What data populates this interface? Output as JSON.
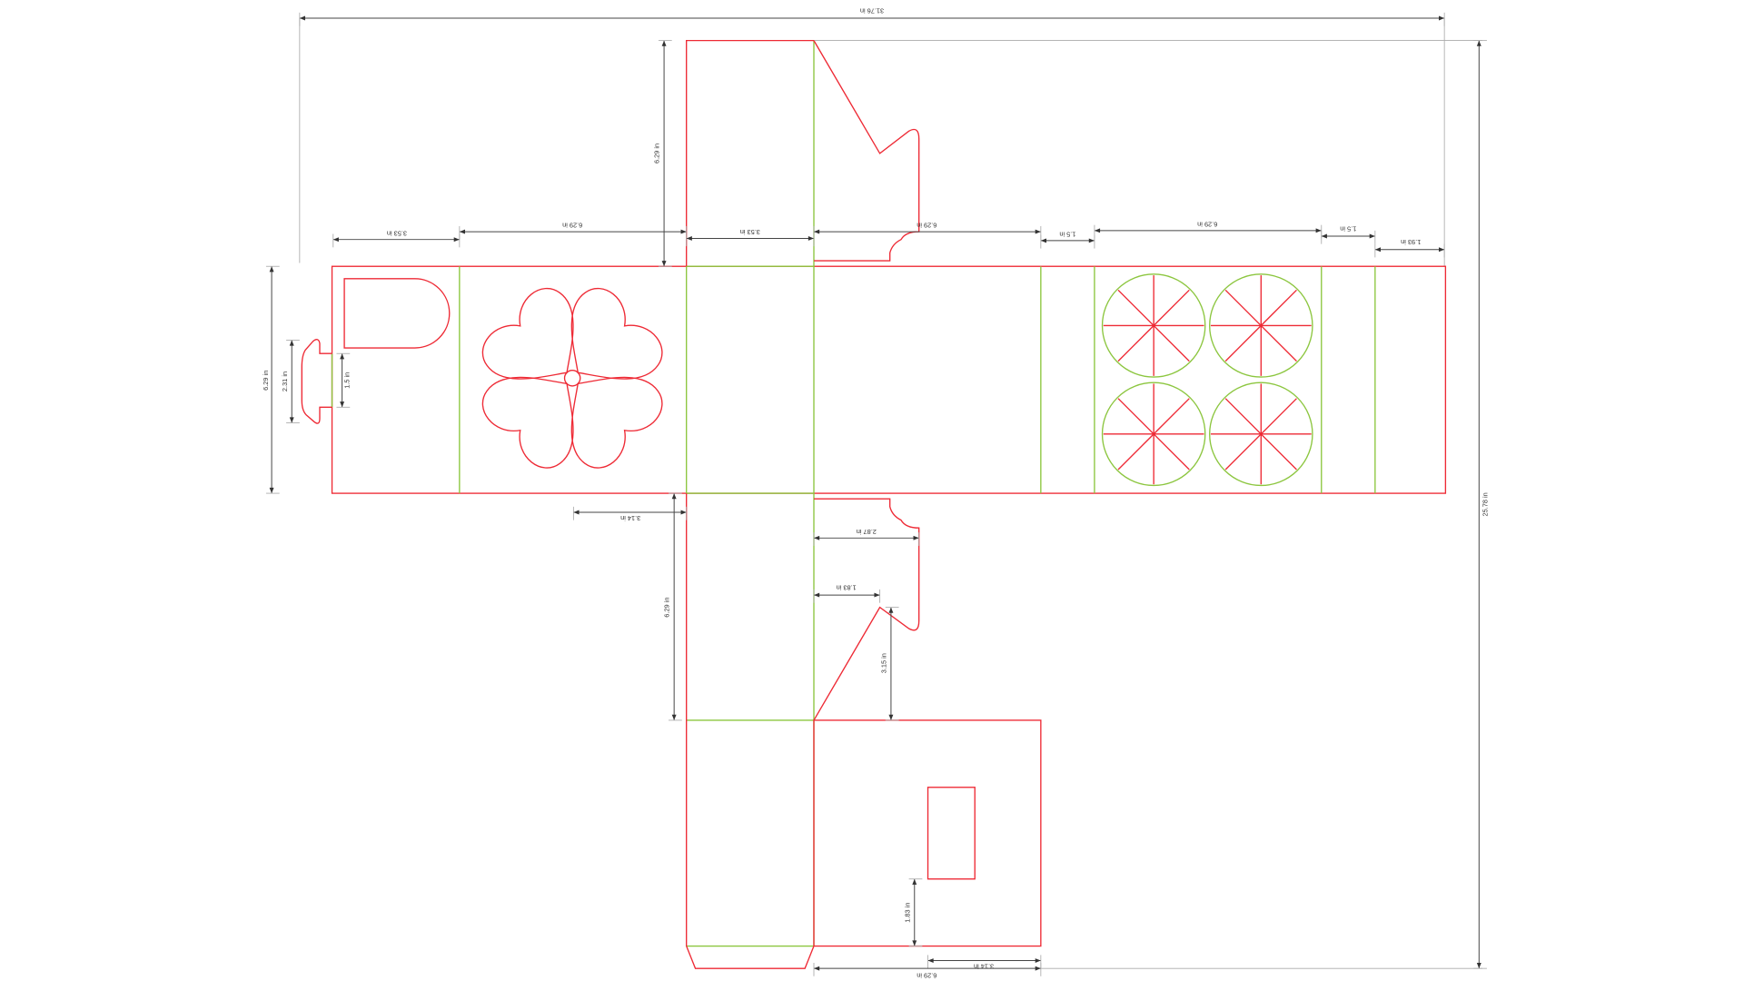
{
  "colors": {
    "cut_line": "#ee2a35",
    "fold_line": "#8cc63f",
    "dimension_line": "#444444"
  },
  "dimensions": [
    "31.76 in",
    "25.78 in",
    "6.29 in",
    "3.53 in",
    "6.29 in",
    "3.53 in",
    "6.29 in",
    "1.5 in",
    "6.29 in",
    "1.5 in",
    "1.93 in",
    "6.29 in",
    "2.31 in",
    "1.5 in",
    "3.14 in",
    "6.29 in",
    "2.87 in",
    "1.83 in",
    "3.15 in",
    "1.83 in",
    "3.14 in",
    "6.29 in"
  ]
}
